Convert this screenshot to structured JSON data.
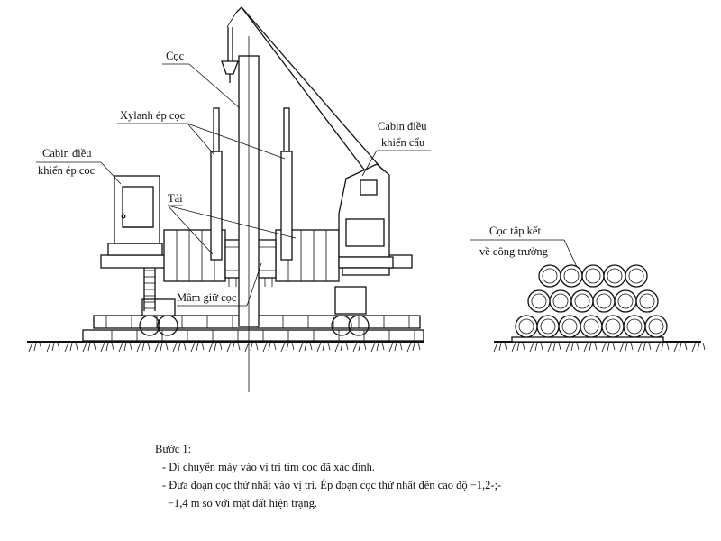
{
  "labels": {
    "pile": "Cọc",
    "cylinder": "Xylanh ép cọc",
    "crane_cabin_1": "Cabin điều",
    "crane_cabin_2": "khiển cẩu",
    "press_cabin_1": "Cabin điều",
    "press_cabin_2": "khiển ép cọc",
    "load": "Tải",
    "pile_holder": "Mâm giữ cọc",
    "stockpile_1": "Cọc tập kết",
    "stockpile_2": "về công trường"
  },
  "notes": {
    "title": "Bước 1:",
    "line1": "- Di chuyển máy vào vị trí tim cọc đã xác định.",
    "line2": "- Đưa đoạn cọc thứ nhất vào vị trí. Ép đoạn cọc thứ nhất đến cao độ −1,2-;-",
    "line3": "−1,4 m so với mặt đất hiện trạng."
  }
}
